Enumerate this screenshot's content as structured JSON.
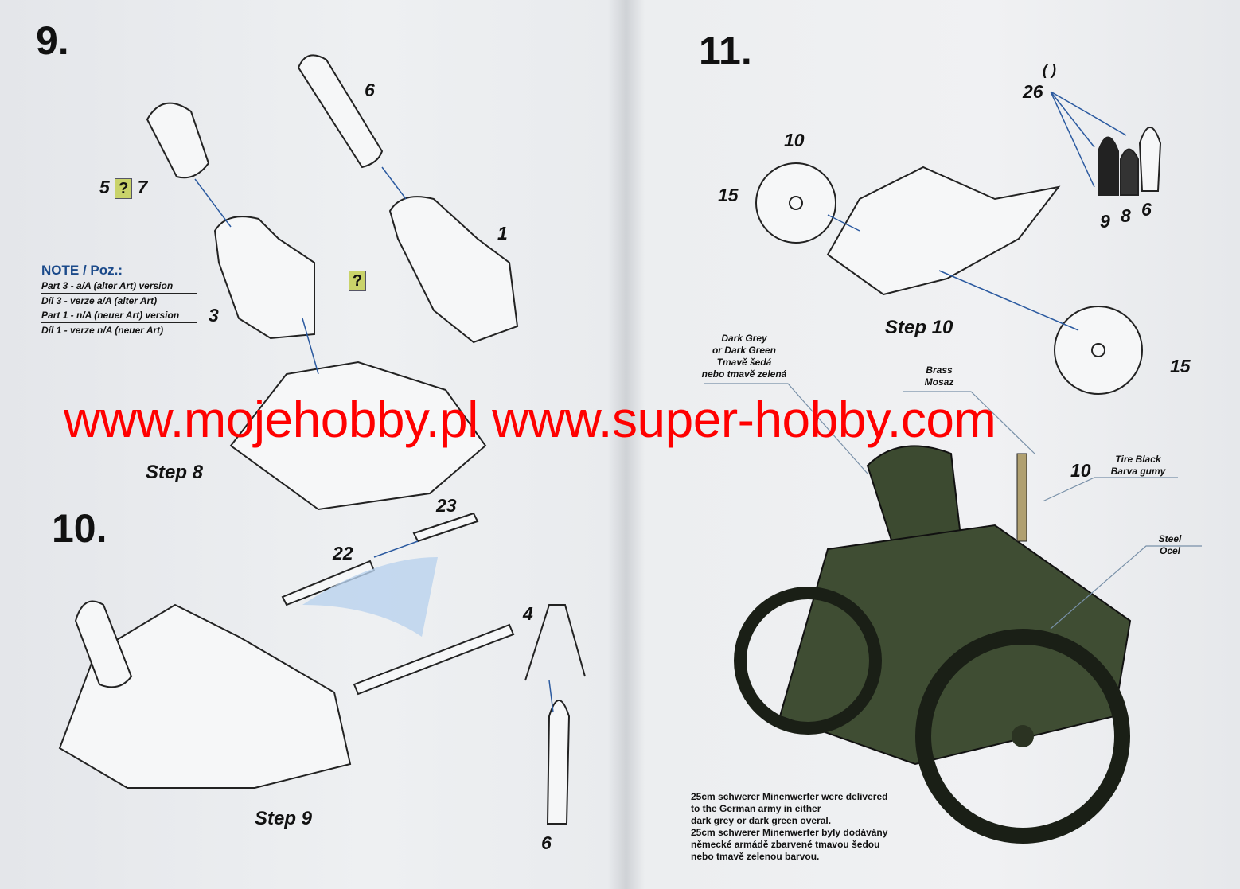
{
  "steps": {
    "s9": {
      "number": "9.",
      "sub_label": "Step 8"
    },
    "s10": {
      "number": "10.",
      "sub_label": "Step 9"
    },
    "s11": {
      "number": "11.",
      "sub_label": "Step 10"
    }
  },
  "parts_step9": {
    "p6": "6",
    "p5": "5",
    "p7": "7",
    "p1": "1",
    "p3": "3",
    "q": "?"
  },
  "note": {
    "title": "NOTE / Poz.:",
    "lines": [
      "Part 3 - a/A (alter Art) version",
      "Díl 3 - verze a/A (alter Art)",
      "Part 1 - n/A (neuer Art) version",
      "Díl 1 - verze n/A (neuer Art)"
    ]
  },
  "parts_step10": {
    "p23": "23",
    "p22": "22",
    "p4": "4",
    "p6": "6"
  },
  "parts_step11": {
    "brackets": "( )",
    "p26": "26",
    "p10a": "10",
    "p15a": "15",
    "p9": "9",
    "p8": "8",
    "p6": "6",
    "p15b": "15",
    "p10b": "10"
  },
  "callouts": {
    "body": [
      "Dark Grey",
      "or Dark Green",
      "Tmavě šedá",
      "nebo tmavě zelená"
    ],
    "brass": [
      "Brass",
      "Mosaz"
    ],
    "tire": [
      "Tire Black",
      "Barva gumy"
    ],
    "steel": [
      "Steel",
      "Ocel"
    ]
  },
  "description": [
    "25cm schwerer Minenwerfer were delivered",
    "to the German army in either",
    "dark grey or dark green overal.",
    "25cm schwerer Minenwerfer  byly dodávány",
    "německé armádě zbarvené tmavou šedou",
    "nebo tmavě zelenou barvou."
  ],
  "watermark": "www.mojehobby.pl www.super-hobby.com",
  "colors": {
    "accent_blue": "#1b4a8a",
    "watermark_red": "#ff0000",
    "paint_green": "#3c4a30",
    "question_box": "#c9d36a"
  }
}
